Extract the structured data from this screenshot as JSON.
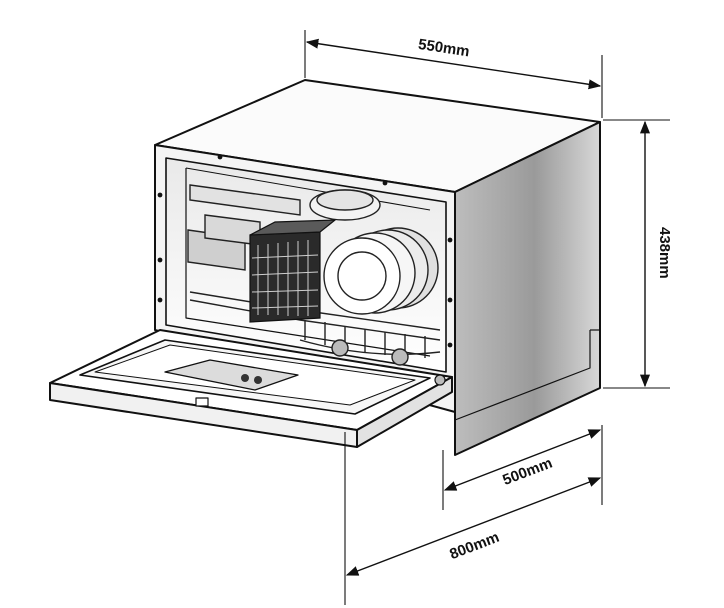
{
  "dimensions": {
    "width": "550mm",
    "height": "438mm",
    "depth": "500mm",
    "depth_door_open": "800mm"
  },
  "colors": {
    "outline": "#111111",
    "side_panel_dark": "#8f8f8f",
    "side_panel_light": "#e6e6e6",
    "top_panel": "#fbfbfb",
    "interior": "#f2f2f2",
    "rack": "#333333"
  }
}
